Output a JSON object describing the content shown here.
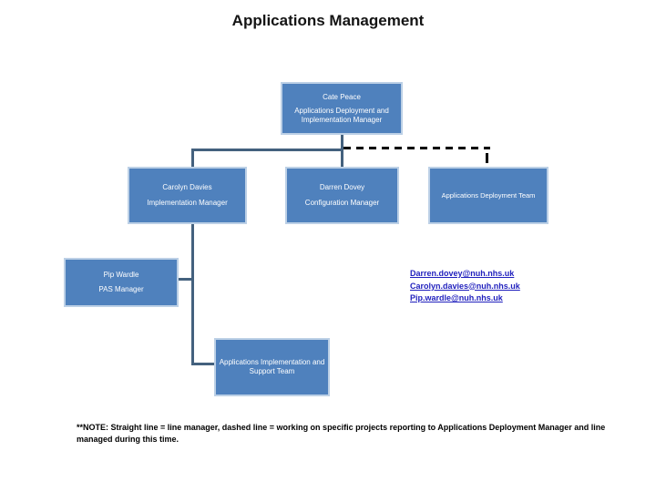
{
  "title": "Applications Management",
  "boxes": {
    "root": {
      "name": "Cate Peace",
      "role": "Applications Deployment and Implementation Manager"
    },
    "implementation_manager": {
      "name": "Carolyn Davies",
      "role": "Implementation Manager"
    },
    "configuration_manager": {
      "name": "Darren Dovey",
      "role": "Configuration Manager"
    },
    "deployment_team": {
      "label": "Applications Deployment Team"
    },
    "pas_manager": {
      "name": "Pip Wardle",
      "role": "PAS Manager"
    },
    "implementation_support_team": {
      "label": "Applications Implementation and Support Team"
    }
  },
  "email_links": [
    "Darren.dovey@nuh.nhs.uk",
    "Carolyn.davies@nuh.nhs.uk",
    "Pip.wardle@nuh.nhs.uk"
  ],
  "footnote": "**NOTE: Straight line =  line manager, dashed line = working on specific projects reporting to Applications Deployment Manager and line managed during this time.",
  "colors": {
    "box_fill": "#4F81BD",
    "box_border": "#BCD0E6",
    "connector": "#44617E",
    "dashed_line": "#000000",
    "link": "#1F1FBD",
    "text_on_box": "#FFFFFF"
  }
}
